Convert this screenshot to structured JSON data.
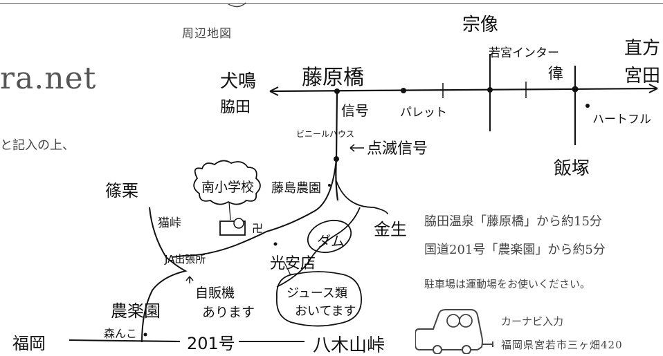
{
  "map_title": "周辺地図",
  "site_name": "ra.net",
  "form_note": "と記入の上、",
  "labels": {
    "inunaki": "犬鳴",
    "wakita": "脇田",
    "fujiwarabashi": "藤原橋",
    "shingou": "信号",
    "pallet": "パレット",
    "munakata": "宗像",
    "wakamiya_ic": "若宮インター",
    "nougata": "直方",
    "miyata": "宮田",
    "heartful": "ハートフル",
    "iizuka": "飯塚",
    "vinyl_house": "ビニールハウス",
    "tenmetsu": "点滅信号",
    "minami_school": "南小学校",
    "fujishima": "藤島農園",
    "sasaguri": "篠栗",
    "nekotoge": "猫峠",
    "ja": "JA出張所",
    "dam": "ダム",
    "kinsei": "金生",
    "mitsuyasu": "光安店",
    "juice": "ジュース類",
    "oitemasu": "おいてます",
    "jihanki": "自販機",
    "arimasu": "あります",
    "nourakuen": "農楽園",
    "fukuoka": "福岡",
    "morinko": "森んこ",
    "route201": "201号",
    "yakiyama": "八木山峠",
    "temple_mark": "卍"
  },
  "access": {
    "line1": "脇田温泉「藤原橋」から約15分",
    "line2": "国道201号「農楽園」から約5分",
    "parking": "駐車場は運動場をお使いください。"
  },
  "navi": {
    "label": "カーナビ入力",
    "address": "福岡県宮若市三ヶ畑420"
  }
}
